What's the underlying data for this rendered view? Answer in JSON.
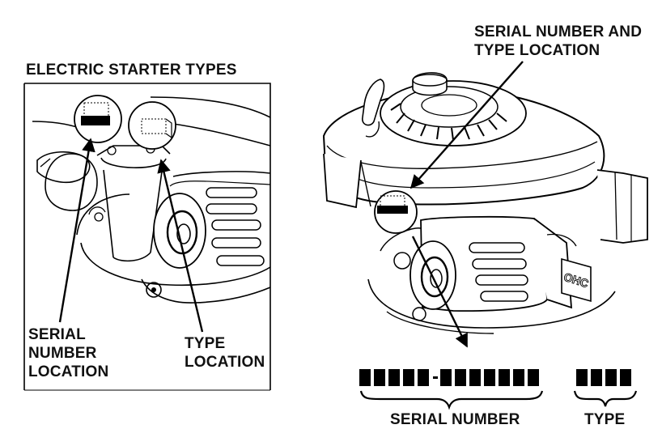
{
  "left_panel": {
    "title": "ELECTRIC STARTER TYPES",
    "serial_label": [
      "SERIAL",
      "NUMBER",
      "LOCATION"
    ],
    "type_label": [
      "TYPE",
      "LOCATION"
    ]
  },
  "right_panel": {
    "callout": [
      "SERIAL NUMBER AND",
      "TYPE LOCATION"
    ],
    "engine_badge": "OHC",
    "serial_number_label": "SERIAL NUMBER",
    "type_label": "TYPE",
    "serial_prefix_boxes": 5,
    "serial_suffix_boxes": 7,
    "type_boxes": 4
  }
}
